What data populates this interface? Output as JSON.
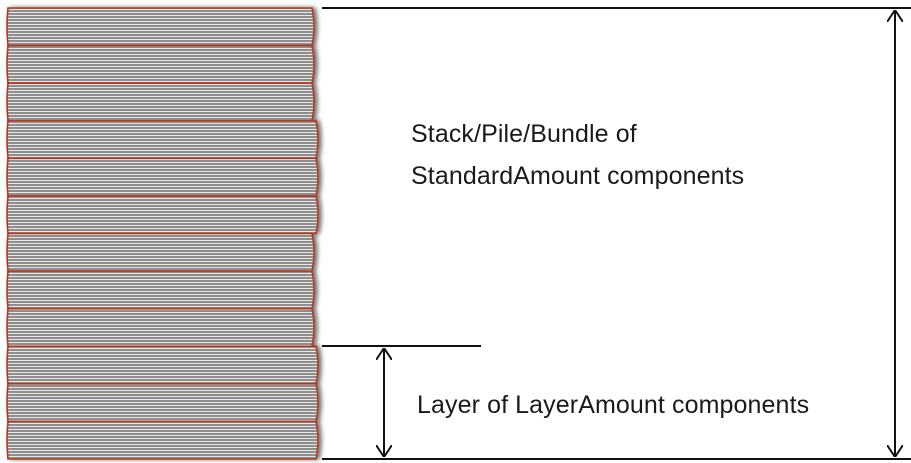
{
  "stack_label": {
    "line1": "Stack/Pile/Bundle of",
    "line2": "StandardAmount components"
  },
  "layer_label": "Layer of LayerAmount components",
  "colors": {
    "sheet_fill": "#8e8e8e",
    "sheet_stripe": "#e6e6e6",
    "sheet_edge": "#b5391b",
    "line": "#111111"
  }
}
